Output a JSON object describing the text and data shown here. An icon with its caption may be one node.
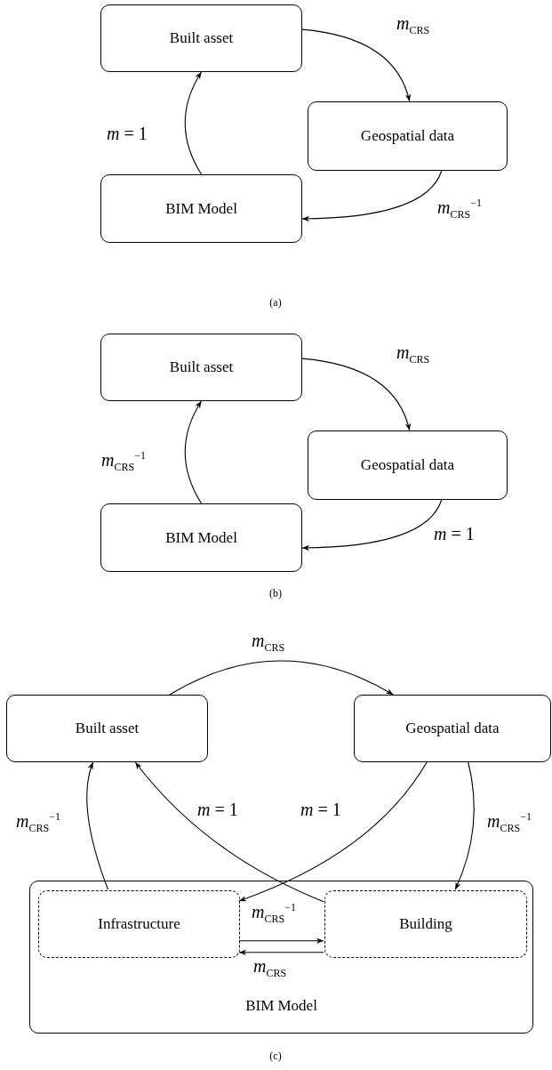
{
  "diagram": {
    "nodes": [
      {
        "text": [
          "Built asset"
        ]
      },
      {
        "text": [
          "Geospatial data"
        ]
      },
      {
        "text": [
          "BIM Model"
        ]
      },
      {
        "text": [
          "Built asset"
        ]
      },
      {
        "text": [
          "Geospatial data"
        ]
      },
      {
        "text": [
          "BIM Model"
        ]
      },
      {
        "text": [
          "Built asset"
        ]
      },
      {
        "text": [
          "Geospatial data"
        ]
      },
      {
        "text": [
          "BIM Model"
        ]
      },
      {
        "text": [
          "Infrastructure"
        ],
        "in": 8
      },
      {
        "text": [
          "Building"
        ],
        "in": 8
      }
    ],
    "edges": [
      {
        "from": 0,
        "to": 1,
        "arrow": "to",
        "label": "*m*$_{CRS}$"
      },
      {
        "from": 1,
        "to": 2,
        "arrow": "to",
        "label": "*m*$_{CRS}$$^{−1}$"
      },
      {
        "from": 2,
        "to": 0,
        "arrow": "to",
        "label": "*m* = 1"
      },
      {
        "from": 3,
        "to": 4,
        "arrow": "to",
        "label": "*m*$_{CRS}$"
      },
      {
        "from": 4,
        "to": 5,
        "arrow": "to",
        "label": "*m* = 1"
      },
      {
        "from": 5,
        "to": 3,
        "arrow": "to",
        "label": "*m*$_{CRS}$$^{−1}$"
      },
      {
        "from": 6,
        "to": 7,
        "arrow": "to",
        "label": "*m*$_{CRS}$"
      },
      {
        "from": 9,
        "to": 6,
        "arrow": "to",
        "label": "*m*$_{CRS}$$^{−1}$"
      },
      {
        "from": 10,
        "to": 6,
        "arrow": "to",
        "label": "*m* = 1"
      },
      {
        "from": 7,
        "to": 9,
        "arrow": "to",
        "label": "*m* = 1"
      },
      {
        "from": 7,
        "to": 10,
        "arrow": "to",
        "label": "*m*$_{CRS}$$^{−1}$"
      },
      {
        "from": 9,
        "to": 10,
        "arrow": "to",
        "label": "*m*$_{CRS}$$^{−1}$"
      },
      {
        "from": 10,
        "to": 9,
        "arrow": "to",
        "label": "*m*$_{CRS}$"
      }
    ],
    "labels": [
      "(a)",
      "(b)",
      "(c)"
    ]
  }
}
